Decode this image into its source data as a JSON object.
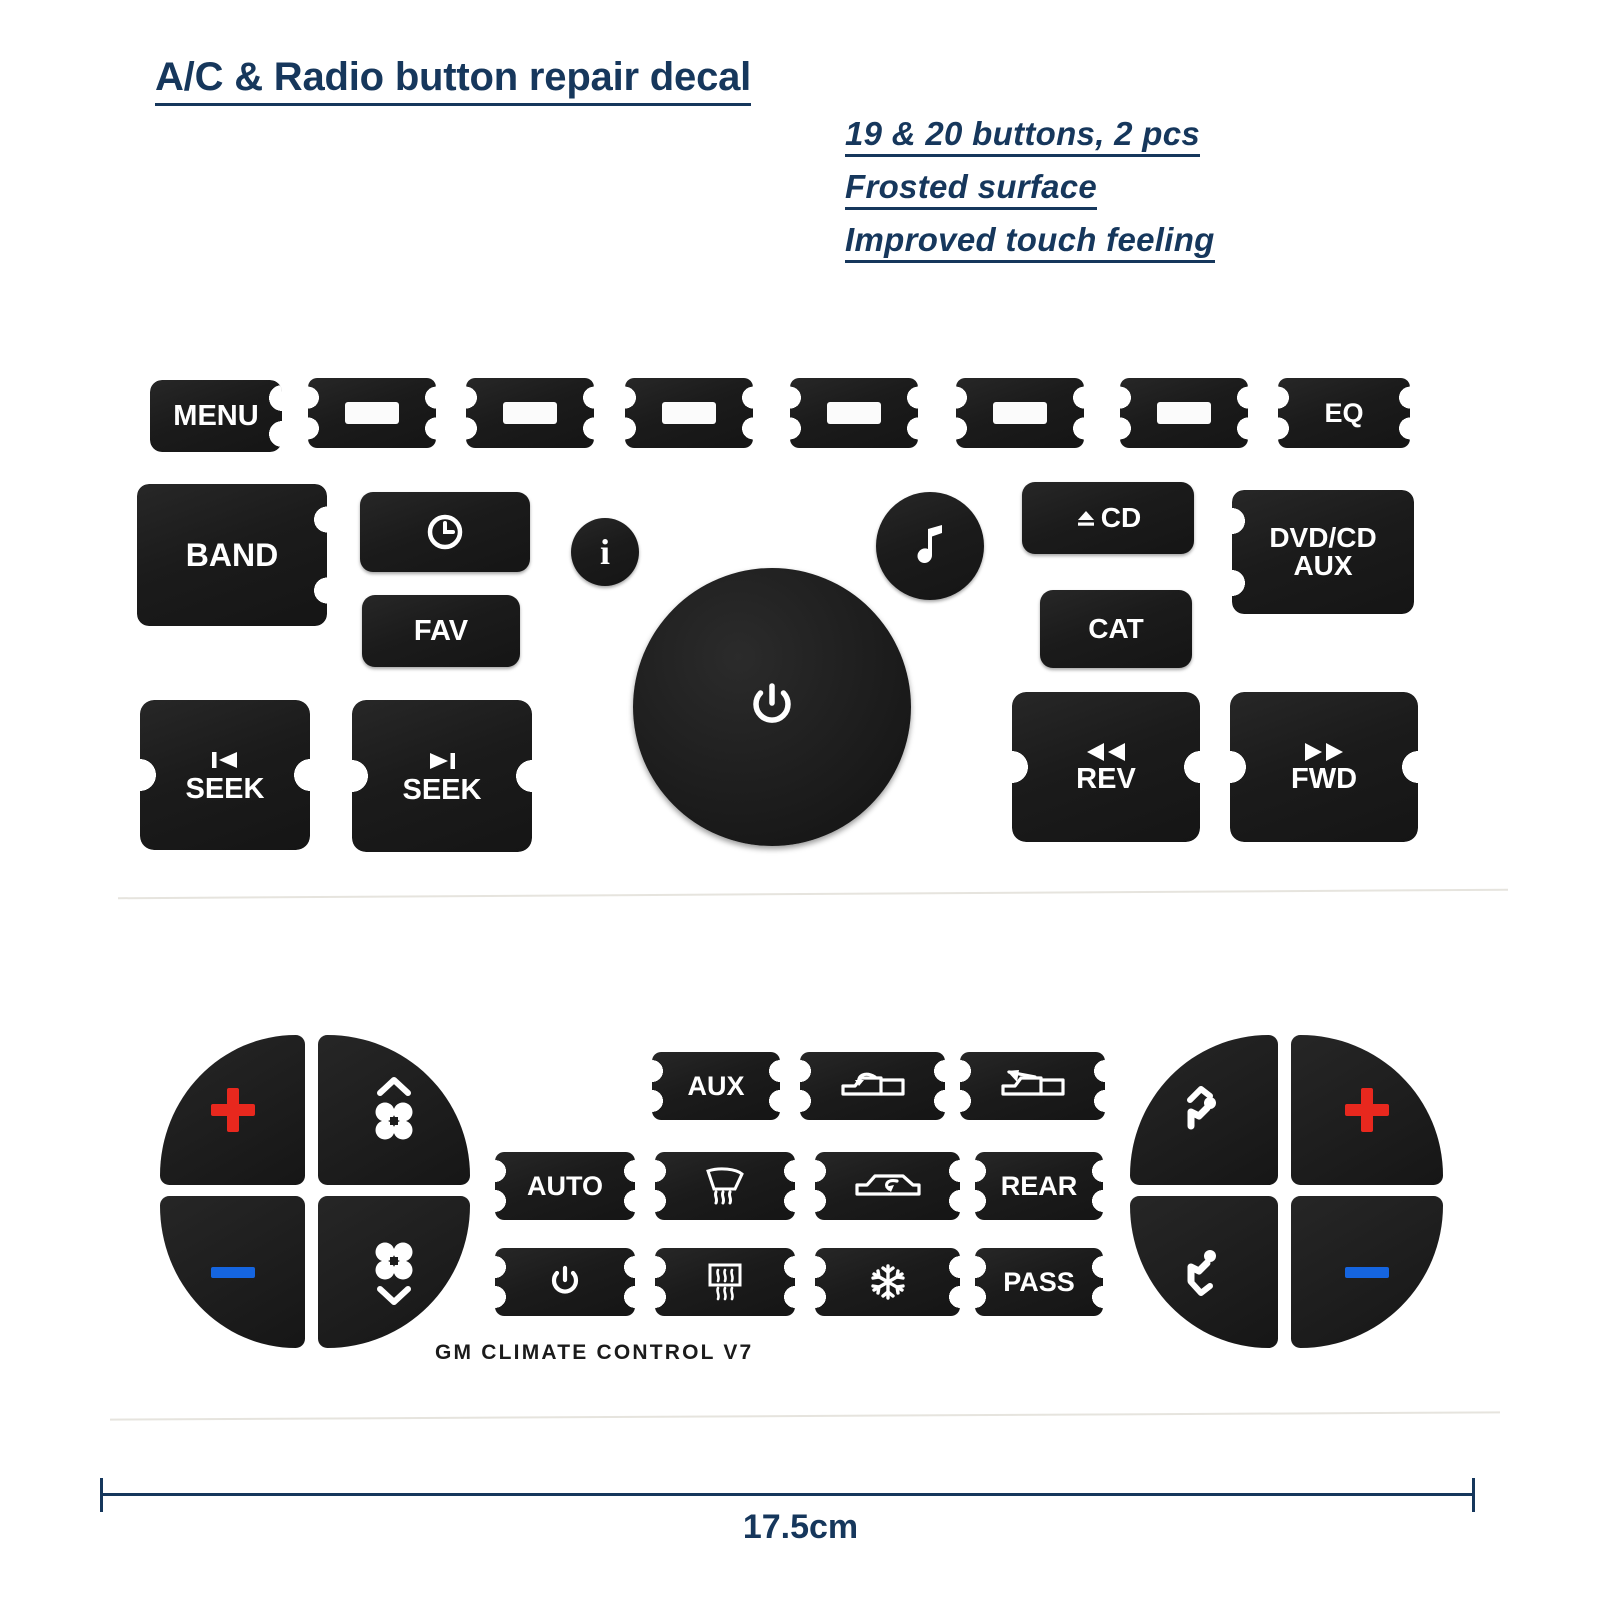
{
  "header": {
    "title": "A/C & Radio button repair decal",
    "bullets": [
      "19 & 20 buttons, 2 pcs",
      "Frosted surface",
      "Improved touch feeling"
    ],
    "accent_color": "#16375c"
  },
  "colors": {
    "button_black": "#1b1b1b",
    "label_white": "#ffffff",
    "plus_red": "#e8281e",
    "minus_blue": "#1565e0",
    "background": "#ffffff"
  },
  "radio_decal": {
    "name": "Radio button decal sheet",
    "row_presets": [
      {
        "label": "MENU",
        "icon": ""
      },
      {
        "label": "",
        "icon": "preset-blank-icon"
      },
      {
        "label": "",
        "icon": "preset-blank-icon"
      },
      {
        "label": "",
        "icon": "preset-blank-icon"
      },
      {
        "label": "",
        "icon": "preset-blank-icon"
      },
      {
        "label": "",
        "icon": "preset-blank-icon"
      },
      {
        "label": "",
        "icon": "preset-blank-icon"
      },
      {
        "label": "EQ",
        "icon": ""
      }
    ],
    "row_middle": [
      {
        "label": "BAND",
        "icon": ""
      },
      {
        "label": "",
        "icon": "clock-icon"
      },
      {
        "label": "FAV",
        "icon": ""
      },
      {
        "label": "",
        "icon": "info-icon"
      },
      {
        "label": "",
        "icon": "music-note-icon"
      },
      {
        "label": "CD",
        "icon": "eject-icon"
      },
      {
        "label": "CAT",
        "icon": ""
      },
      {
        "label": "DVD/CD AUX",
        "icon": ""
      }
    ],
    "row_bottom": [
      {
        "label": "SEEK",
        "icon": "skip-back-icon"
      },
      {
        "label": "SEEK",
        "icon": "skip-forward-icon"
      },
      {
        "label": "",
        "icon": "power-icon"
      },
      {
        "label": "REV",
        "icon": "rewind-icon"
      },
      {
        "label": "FWD",
        "icon": "fast-forward-icon"
      }
    ],
    "labels": {
      "menu": "MENU",
      "eq": "EQ",
      "band": "BAND",
      "fav": "FAV",
      "cd": "CD",
      "cat": "CAT",
      "dvd_line1": "DVD/CD",
      "dvd_line2": "AUX",
      "seek": "SEEK",
      "rev": "REV",
      "fwd": "FWD"
    }
  },
  "climate_decal": {
    "name": "GM Climate Control decal sheet",
    "brand_text": "GM  CLIMATE CONTROL V7",
    "left_cluster": [
      {
        "position": "top-left",
        "icon": "plus-icon",
        "color": "#e8281e",
        "label": ""
      },
      {
        "position": "top-right",
        "icon": "fan-up-icon",
        "label": ""
      },
      {
        "position": "bottom-left",
        "icon": "minus-icon",
        "color": "#1565e0",
        "label": ""
      },
      {
        "position": "bottom-right",
        "icon": "fan-down-icon",
        "label": ""
      }
    ],
    "right_cluster": [
      {
        "position": "top-left",
        "icon": "seat-airflow-up-icon",
        "label": ""
      },
      {
        "position": "top-right",
        "icon": "plus-icon",
        "color": "#e8281e",
        "label": ""
      },
      {
        "position": "bottom-left",
        "icon": "seat-airflow-down-icon",
        "label": ""
      },
      {
        "position": "bottom-right",
        "icon": "minus-icon",
        "color": "#1565e0",
        "label": ""
      }
    ],
    "center_grid": [
      {
        "label": "AUX",
        "icon": ""
      },
      {
        "label": "",
        "icon": "truck-recirculate-icon"
      },
      {
        "label": "",
        "icon": "truck-fresh-air-icon"
      },
      {
        "label": "AUTO",
        "icon": ""
      },
      {
        "label": "",
        "icon": "front-defrost-icon"
      },
      {
        "label": "",
        "icon": "suv-recirculate-icon"
      },
      {
        "label": "REAR",
        "icon": ""
      },
      {
        "label": "",
        "icon": "power-icon"
      },
      {
        "label": "",
        "icon": "rear-defrost-icon"
      },
      {
        "label": "",
        "icon": "snowflake-icon"
      },
      {
        "label": "PASS",
        "icon": ""
      }
    ],
    "labels": {
      "aux": "AUX",
      "auto": "AUTO",
      "rear": "REAR",
      "pass": "PASS"
    }
  },
  "dimension": {
    "width_label": "17.5cm"
  }
}
